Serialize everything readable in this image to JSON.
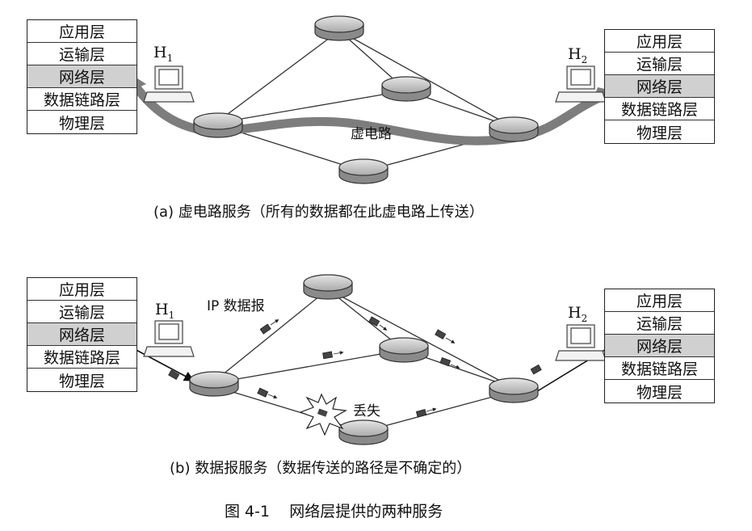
{
  "layers": [
    "应用层",
    "运输层",
    "网络层",
    "数据链路层",
    "物理层"
  ],
  "hosts": {
    "h1_main": "H",
    "h1_sub": "1",
    "h2_main": "H",
    "h2_sub": "2"
  },
  "panel_a": {
    "path_label": "虚电路",
    "caption": "(a) 虚电路服务（所有的数据都在此虚电路上传送）"
  },
  "panel_b": {
    "datagram_label": "IP 数据报",
    "lost_label": "丢失",
    "caption": "(b) 数据报服务（数据传送的路径是不确定的）"
  },
  "figure_caption": "图 4-1    网络层提供的两种服务",
  "colors": {
    "highlight_layer": "#d0d0d0",
    "virtual_circuit": "#7d7d7d",
    "router": "#bdbdbd"
  }
}
